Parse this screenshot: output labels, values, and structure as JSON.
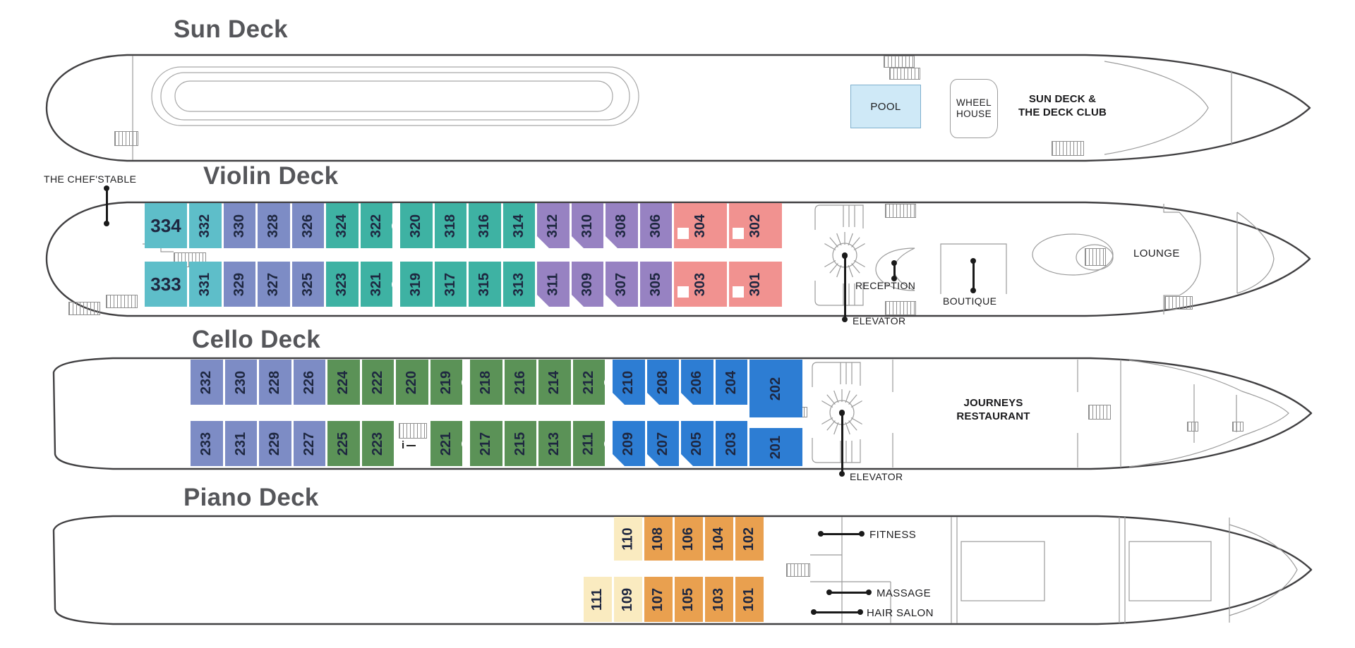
{
  "page_title": "Ship deck plans",
  "colors": {
    "cyan": "#5EBEC9",
    "periwinkle": "#7D8CC5",
    "teal": "#3EB2A3",
    "purple": "#9782C2",
    "salmon": "#F19290",
    "green": "#5B9257",
    "blue": "#2D7DD3",
    "orange": "#E9A04F",
    "cream": "#FAEBC0",
    "pool_fill": "#CFE9F7",
    "pool_border": "#7DAFCD",
    "hull_stroke": "#414042",
    "detail_line": "#9B9B9B",
    "title_text": "#55565A",
    "label_text": "#1D1D1F",
    "cabin_number_text": "#1E2740"
  },
  "icons": {
    "stairs": "stairs-icon (hatched rectangle)",
    "elevator": "elevator-icon (spiral stair circle with center dot)",
    "door_divider": "white circle between adjoining cabins",
    "pointer": "black line with round end dots",
    "info": "i"
  },
  "info_marker": "i",
  "decks": [
    {
      "id": "sun",
      "title": "Sun Deck",
      "labels": {
        "pool": "POOL",
        "wheel_house_1": "WHEEL",
        "wheel_house_2": "HOUSE",
        "club_1": "SUN DECK &",
        "club_2": "THE DECK CLUB"
      }
    },
    {
      "id": "violin",
      "title": "Violin Deck",
      "labels": {
        "chefs_table": "THE CHEF'STABLE",
        "reception": "RECEPTION",
        "boutique": "BOUTIQUE",
        "lounge": "LOUNGE",
        "elevator": "ELEVATOR"
      },
      "cabins_top": [
        {
          "num": "334",
          "color": "cyan",
          "horizontal": true
        },
        {
          "num": "332",
          "color": "cyan"
        },
        {
          "num": "330",
          "color": "periwinkle"
        },
        {
          "num": "328",
          "color": "periwinkle"
        },
        {
          "num": "326",
          "color": "periwinkle"
        },
        {
          "num": "324",
          "color": "teal"
        },
        {
          "num": "322",
          "color": "teal"
        },
        {
          "num": "320",
          "color": "teal",
          "divider_before": true
        },
        {
          "num": "318",
          "color": "teal"
        },
        {
          "num": "316",
          "color": "teal"
        },
        {
          "num": "314",
          "color": "teal"
        },
        {
          "num": "312",
          "color": "purple",
          "triangle": true
        },
        {
          "num": "310",
          "color": "purple",
          "triangle": true
        },
        {
          "num": "308",
          "color": "purple",
          "triangle": true
        },
        {
          "num": "306",
          "color": "purple"
        },
        {
          "num": "304",
          "color": "salmon",
          "suite": true,
          "square": true
        },
        {
          "num": "302",
          "color": "salmon",
          "suite": true,
          "square": true
        }
      ],
      "cabins_bottom": [
        {
          "num": "333",
          "color": "cyan",
          "horizontal": true
        },
        {
          "num": "331",
          "color": "cyan"
        },
        {
          "num": "329",
          "color": "periwinkle"
        },
        {
          "num": "327",
          "color": "periwinkle"
        },
        {
          "num": "325",
          "color": "periwinkle"
        },
        {
          "num": "323",
          "color": "teal"
        },
        {
          "num": "321",
          "color": "teal"
        },
        {
          "num": "319",
          "color": "teal",
          "divider_before": true
        },
        {
          "num": "317",
          "color": "teal"
        },
        {
          "num": "315",
          "color": "teal"
        },
        {
          "num": "313",
          "color": "teal"
        },
        {
          "num": "311",
          "color": "purple",
          "triangle": true
        },
        {
          "num": "309",
          "color": "purple",
          "triangle": true
        },
        {
          "num": "307",
          "color": "purple",
          "triangle": true
        },
        {
          "num": "305",
          "color": "purple"
        },
        {
          "num": "303",
          "color": "salmon",
          "suite": true,
          "square": true
        },
        {
          "num": "301",
          "color": "salmon",
          "suite": true,
          "square": true
        }
      ]
    },
    {
      "id": "cello",
      "title": "Cello Deck",
      "labels": {
        "restaurant_1": "JOURNEYS",
        "restaurant_2": "RESTAURANT",
        "elevator": "ELEVATOR"
      },
      "cabins_top": [
        {
          "num": "232",
          "color": "periwinkle"
        },
        {
          "num": "230",
          "color": "periwinkle"
        },
        {
          "num": "228",
          "color": "periwinkle"
        },
        {
          "num": "226",
          "color": "periwinkle"
        },
        {
          "num": "224",
          "color": "green"
        },
        {
          "num": "222",
          "color": "green"
        },
        {
          "num": "220",
          "color": "green"
        },
        {
          "num": "219",
          "color": "green"
        },
        {
          "num": "218",
          "color": "green",
          "divider_before": true
        },
        {
          "num": "216",
          "color": "green"
        },
        {
          "num": "214",
          "color": "green"
        },
        {
          "num": "212",
          "color": "green"
        },
        {
          "num": "210",
          "color": "blue",
          "triangle": true,
          "divider_before": true
        },
        {
          "num": "208",
          "color": "blue",
          "triangle": true
        },
        {
          "num": "206",
          "color": "blue",
          "triangle": true
        },
        {
          "num": "204",
          "color": "blue"
        },
        {
          "num": "202",
          "color": "blue",
          "suite": true,
          "tall": true
        }
      ],
      "cabins_bottom": [
        {
          "num": "233",
          "color": "periwinkle"
        },
        {
          "num": "231",
          "color": "periwinkle"
        },
        {
          "num": "229",
          "color": "periwinkle"
        },
        {
          "num": "227",
          "color": "periwinkle"
        },
        {
          "num": "225",
          "color": "green"
        },
        {
          "num": "223",
          "color": "green"
        },
        {
          "num": "221",
          "color": "green",
          "stairs_before": true
        },
        {
          "num": "217",
          "color": "green",
          "divider_before": true
        },
        {
          "num": "215",
          "color": "green"
        },
        {
          "num": "213",
          "color": "green"
        },
        {
          "num": "211",
          "color": "green"
        },
        {
          "num": "209",
          "color": "blue",
          "triangle": true,
          "divider_before": true
        },
        {
          "num": "207",
          "color": "blue",
          "triangle": true
        },
        {
          "num": "205",
          "color": "blue",
          "triangle": true
        },
        {
          "num": "203",
          "color": "blue"
        },
        {
          "num": "201",
          "color": "blue",
          "suite": true,
          "short": true
        }
      ]
    },
    {
      "id": "piano",
      "title": "Piano Deck",
      "labels": {
        "fitness": "FITNESS",
        "massage": "MASSAGE",
        "hair_salon": "HAIR SALON"
      },
      "cabins_top": [
        {
          "num": "110",
          "color": "cream"
        },
        {
          "num": "108",
          "color": "orange"
        },
        {
          "num": "106",
          "color": "orange"
        },
        {
          "num": "104",
          "color": "orange"
        },
        {
          "num": "102",
          "color": "orange"
        }
      ],
      "cabins_bottom": [
        {
          "num": "111",
          "color": "cream"
        },
        {
          "num": "109",
          "color": "cream"
        },
        {
          "num": "107",
          "color": "orange"
        },
        {
          "num": "105",
          "color": "orange"
        },
        {
          "num": "103",
          "color": "orange"
        },
        {
          "num": "101",
          "color": "orange"
        }
      ]
    }
  ]
}
